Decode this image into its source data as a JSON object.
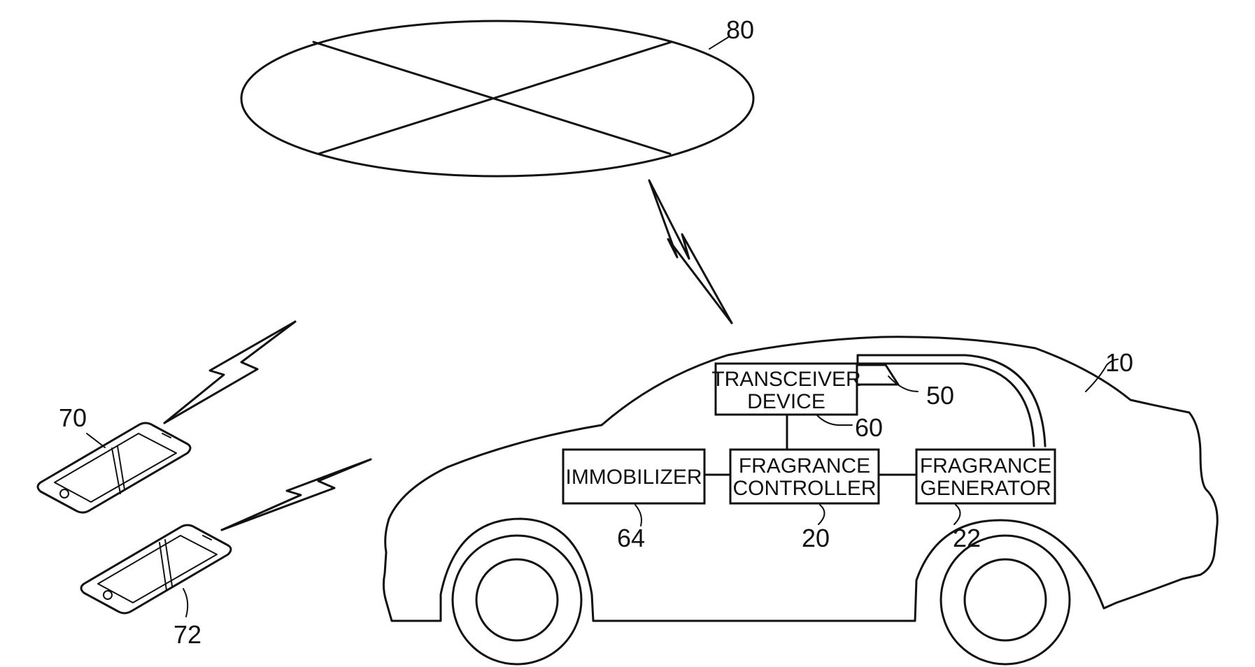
{
  "diagram": {
    "references": {
      "server": "80",
      "vehicle": "10",
      "fragrance_outlet": "50",
      "transceiver": "60",
      "immobilizer": "64",
      "fragrance_controller": "20",
      "fragrance_generator": "22",
      "smartphone_a": "70",
      "smartphone_b": "72"
    },
    "blocks": {
      "transceiver": [
        "TRANSCEIVER",
        "DEVICE"
      ],
      "immobilizer": [
        "IMMOBILIZER"
      ],
      "fragrance_controller": [
        "FRAGRANCE",
        "CONTROLLER"
      ],
      "fragrance_generator": [
        "FRAGRANCE",
        "GENERATOR"
      ]
    }
  }
}
